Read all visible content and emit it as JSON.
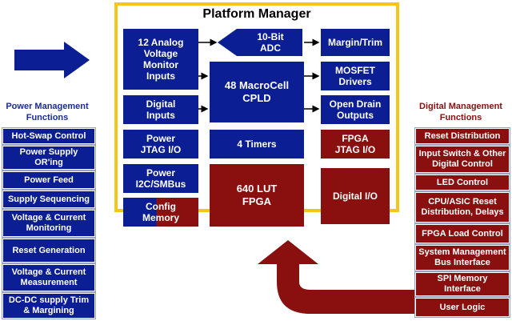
{
  "platform": {
    "title": "Platform Manager",
    "blocks": {
      "analog_inputs": "12 Analog\nVoltage\nMonitor\nInputs",
      "adc": "10-Bit\nADC",
      "margin_trim": "Margin/Trim",
      "cpld": "48 MacroCell\nCPLD",
      "mosfet": "MOSFET\nDrivers",
      "digital_inputs": "Digital\nInputs",
      "open_drain": "Open Drain\nOutputs",
      "power_jtag": "Power\nJTAG I/O",
      "timers": "4 Timers",
      "fpga_jtag": "FPGA\nJTAG I/O",
      "power_i2c": "Power\nI2C/SMBus",
      "fpga_lut": "640 LUT\nFPGA",
      "digital_io": "Digital I/O",
      "config_memory": "Config\nMemory"
    }
  },
  "power_management": {
    "title": "Power Management\nFunctions",
    "items": [
      "Hot-Swap Control",
      "Power Supply\nOR'ing",
      "Power Feed",
      "Supply Sequencing",
      "Voltage & Current\nMonitoring",
      "Reset Generation",
      "Voltage & Current\nMeasurement",
      "DC-DC supply Trim\n& Margining"
    ]
  },
  "digital_management": {
    "title": "Digital Management\nFunctions",
    "items": [
      "Reset Distribution",
      "Input Switch & Other\nDigital Control",
      "LED Control",
      "CPU/ASIC Reset\nDistribution, Delays",
      "FPGA Load Control",
      "System Management\nBus Interface",
      "SPI Memory\nInterface",
      "User Logic"
    ]
  },
  "colors": {
    "power_blue": "#0b1e94",
    "digital_red": "#8a1010",
    "frame_yellow": "#f5c518"
  },
  "icons": [
    "right-arrow-icon",
    "curved-up-arrow-icon"
  ]
}
